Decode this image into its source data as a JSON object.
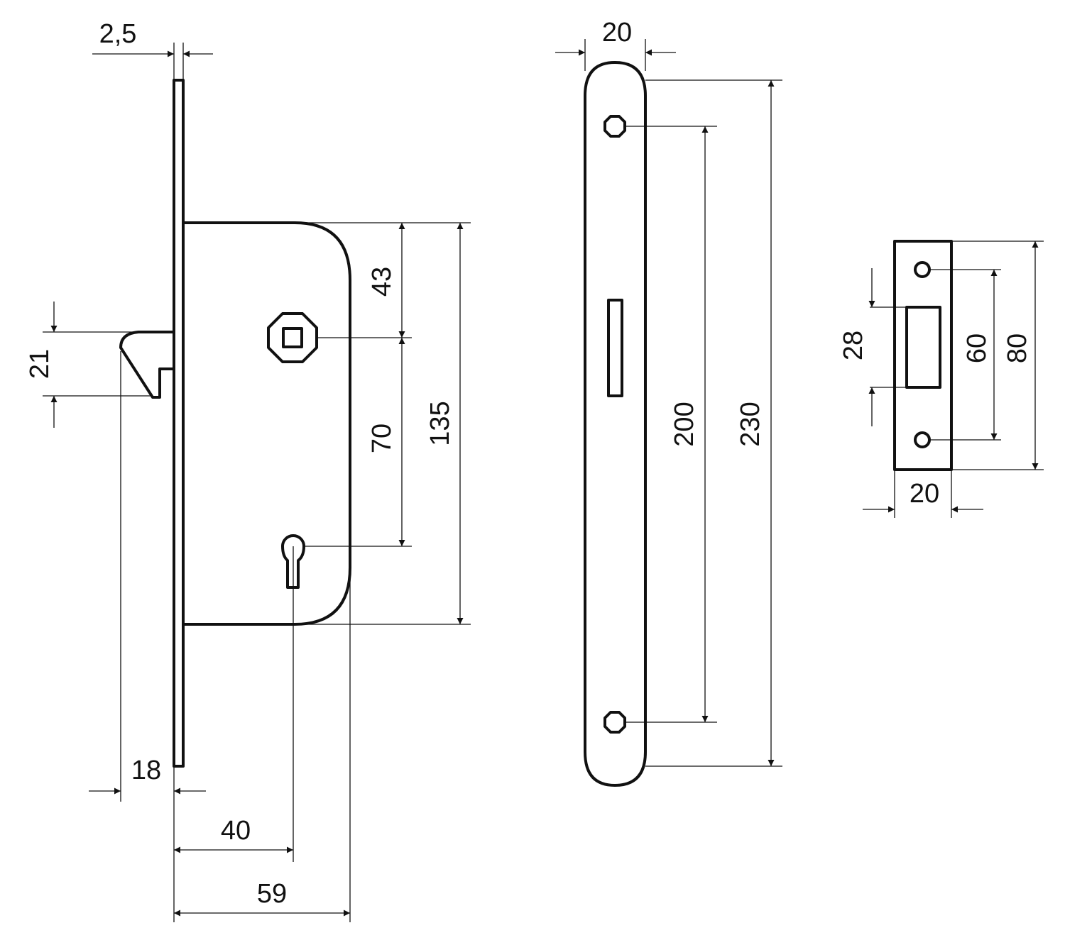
{
  "colors": {
    "ink": "#111111",
    "paper": "#ffffff"
  },
  "lock_body": {
    "faceplate_thickness": "2,5",
    "latch_height": "21",
    "latch_projection": "18",
    "backset_to_keyhole": "40",
    "case_depth": "59",
    "spindle_to_top": "43",
    "spindle_to_keyhole": "70",
    "case_height": "135"
  },
  "faceplate": {
    "width": "20",
    "screw_spacing": "200",
    "length": "230"
  },
  "strike_plate": {
    "opening_height": "28",
    "screw_spacing": "60",
    "height": "80",
    "width": "20"
  }
}
